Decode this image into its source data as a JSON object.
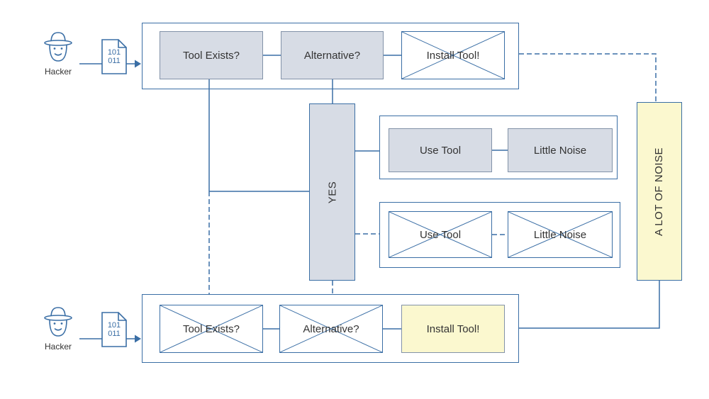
{
  "colors": {
    "line": "#3a6ea5",
    "box_fill": "#d7dce5",
    "box_border": "#8292a8",
    "yellow_fill": "#fbf8cf",
    "text": "#333333"
  },
  "actors": {
    "top_label": "Hacker",
    "bottom_label": "Hacker"
  },
  "doc": {
    "line1": "101",
    "line2": "011"
  },
  "flow_top": {
    "tool_exists": "Tool Exists?",
    "alternative": "Alternative?",
    "install_tool": "Install Tool!"
  },
  "flow_bottom": {
    "tool_exists": "Tool Exists?",
    "alternative": "Alternative?",
    "install_tool": "Install Tool!"
  },
  "outcomes": {
    "use_tool": "Use Tool",
    "little_noise": "Little Noise",
    "use_tool_muted": "Use Tool",
    "little_noise_muted": "Little Noise"
  },
  "decision": {
    "yes": "YES"
  },
  "noise": {
    "label": "A LOT OF NOISE"
  }
}
